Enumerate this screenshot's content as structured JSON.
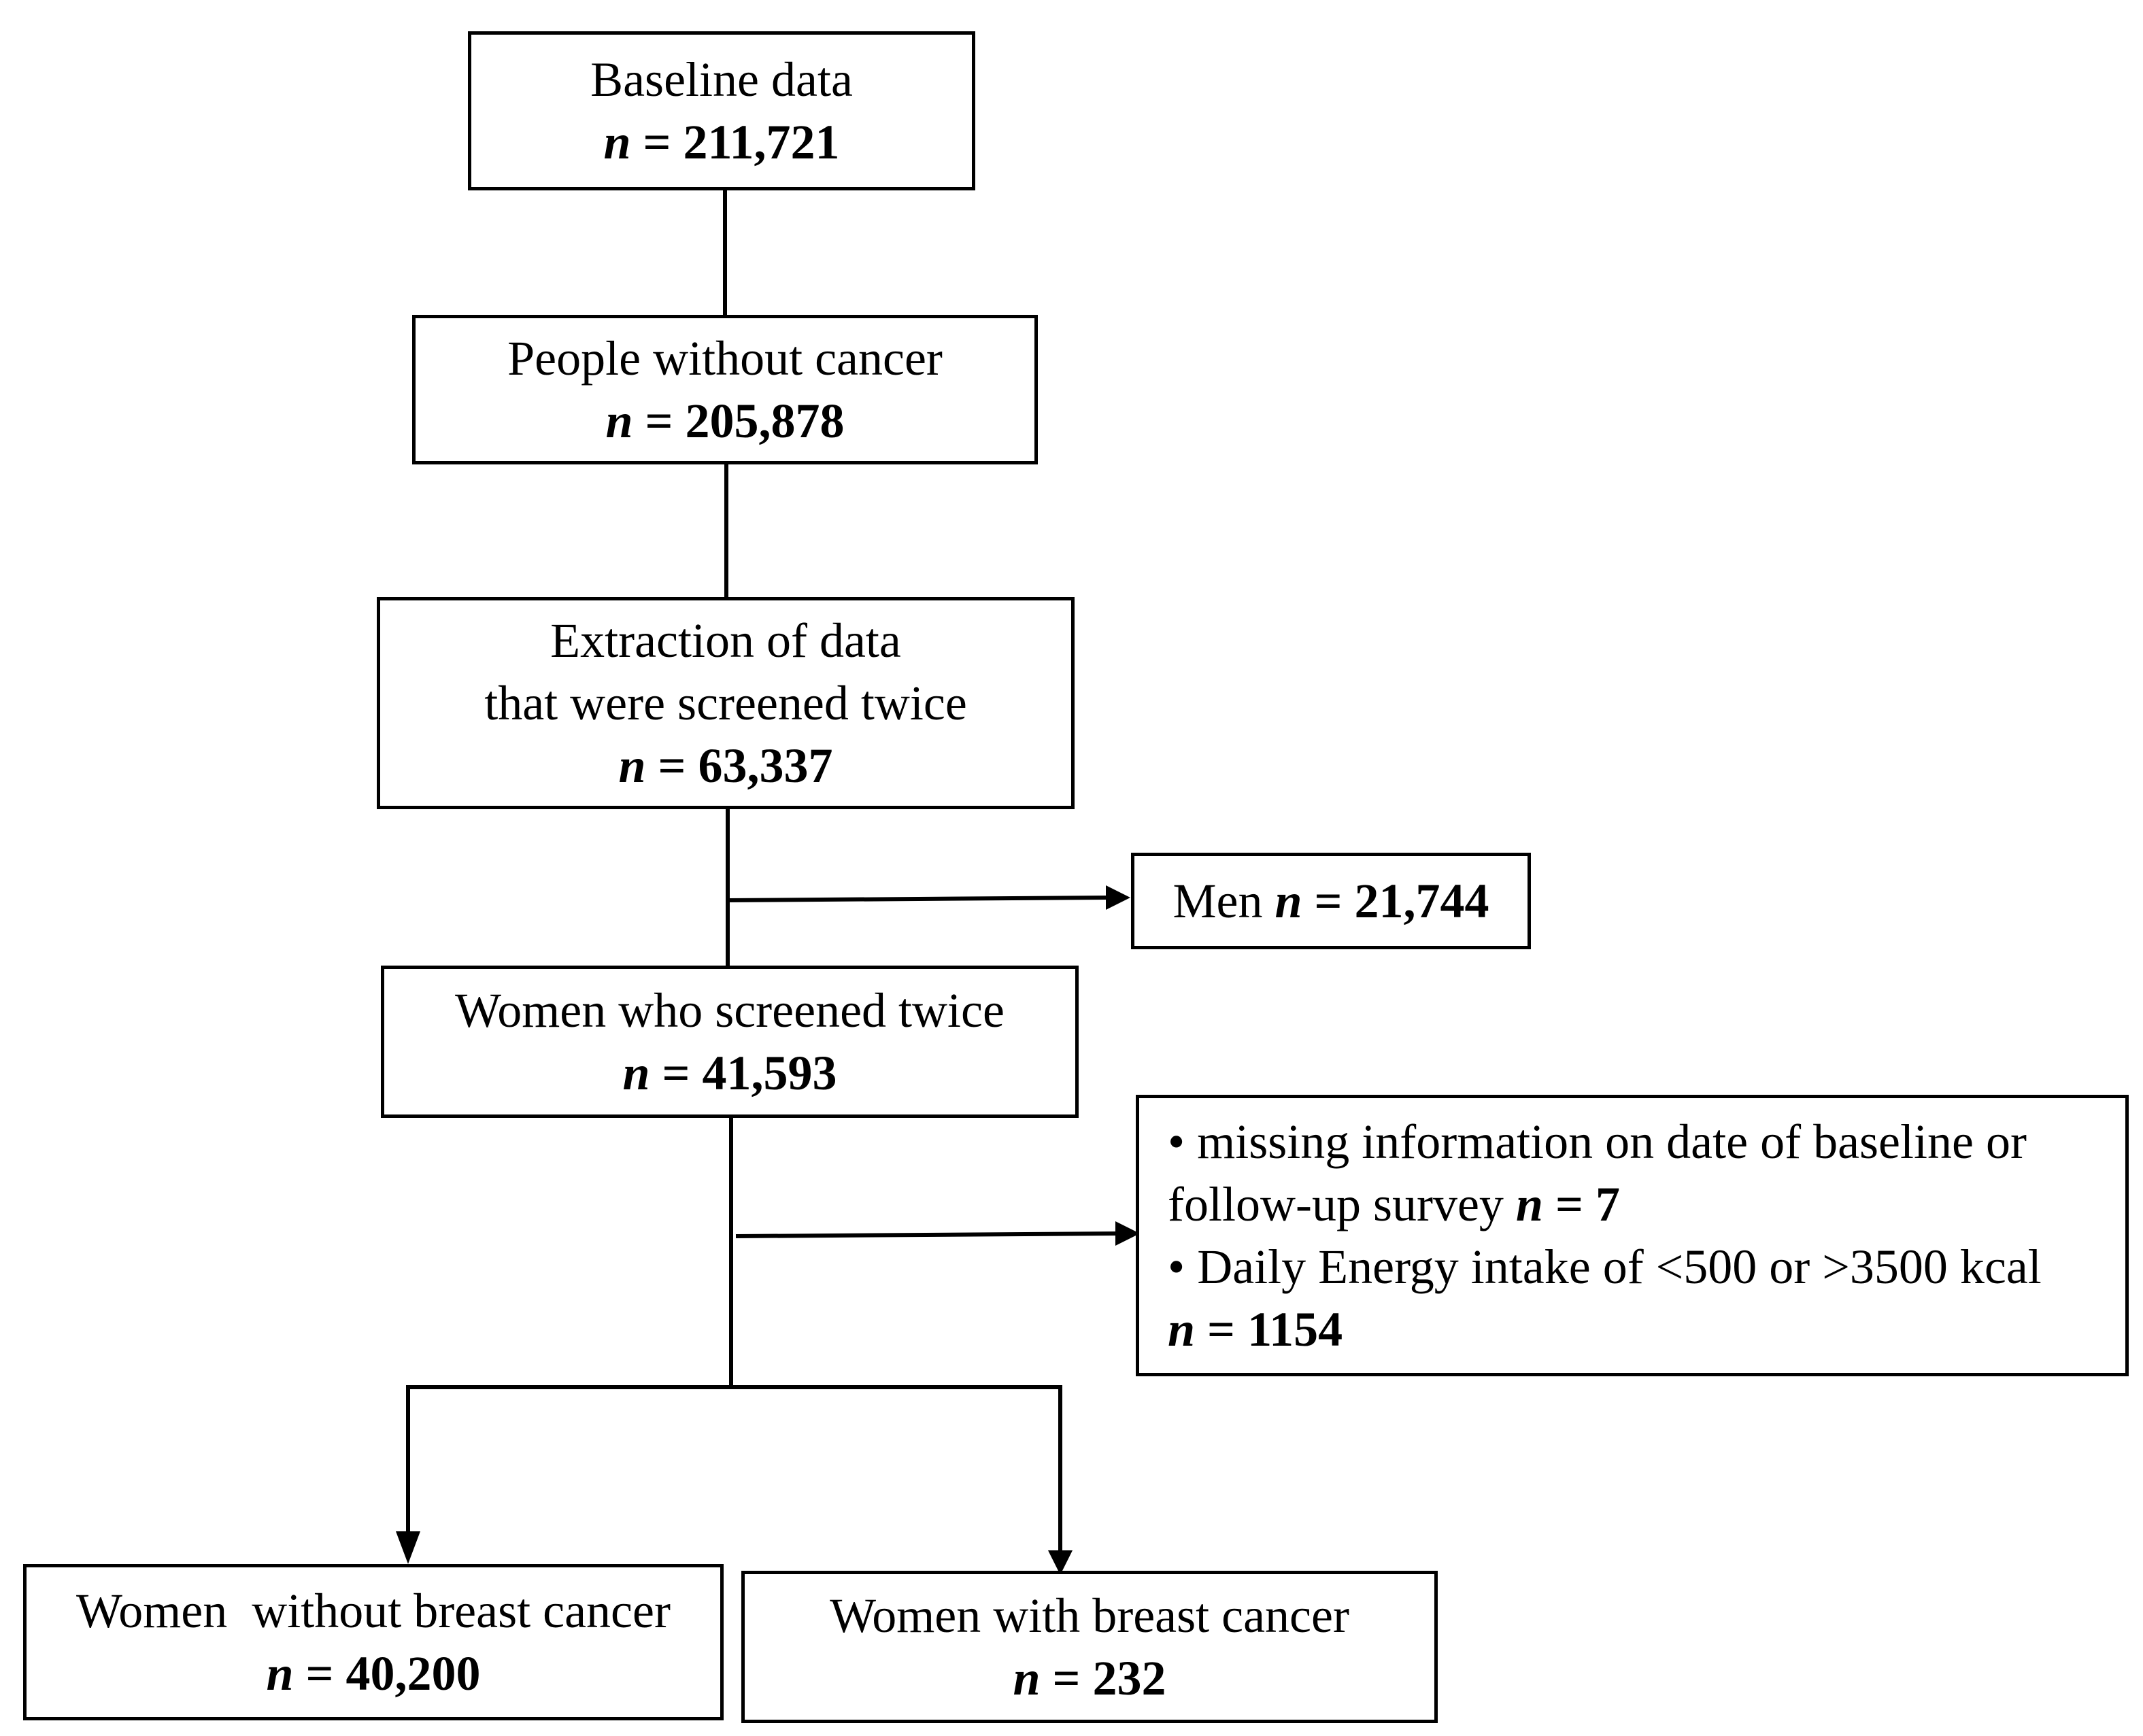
{
  "colors": {
    "line": "#000000",
    "background": "#ffffff"
  },
  "n_symbol": "n",
  "equals": "=",
  "boxes": {
    "baseline": {
      "title": "Baseline data",
      "value": "211,721"
    },
    "no_cancer": {
      "title": "People without cancer",
      "value": "205,878"
    },
    "extraction": {
      "title_line1": "Extraction of data",
      "title_line2": "that were screened twice",
      "value": "63,337"
    },
    "men": {
      "title": "Men",
      "value": "21,744"
    },
    "women_twice": {
      "title": "Women who screened twice",
      "value": "41,593"
    },
    "exclusion": {
      "bullet1_line1": "• missing information on date of baseline or",
      "bullet1_line2": "follow-up survey",
      "bullet1_value": "7",
      "bullet2_line1": "• Daily Energy intake of <500 or >3500 kcal",
      "bullet2_value": "1154"
    },
    "without_bc": {
      "title": "Women  without breast cancer",
      "value": "40,200"
    },
    "with_bc": {
      "title": "Women with breast cancer",
      "value": "232"
    }
  }
}
